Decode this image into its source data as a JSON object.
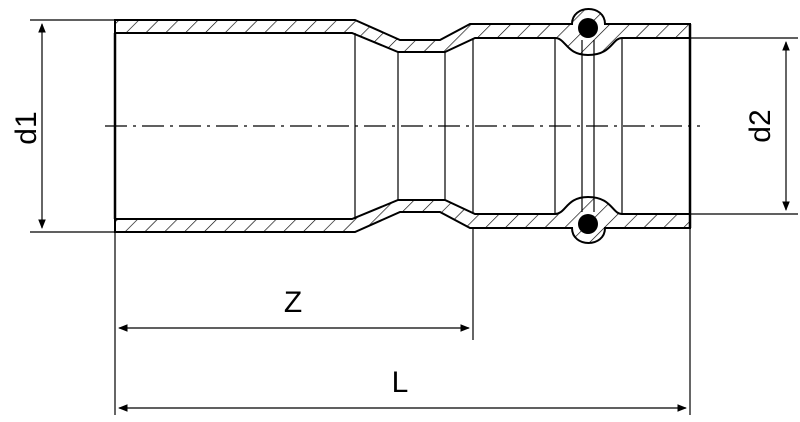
{
  "labels": {
    "d1": "d1",
    "d2": "d2",
    "z": "Z",
    "l": "L"
  },
  "colors": {
    "ink": "#000000",
    "background": "#ffffff"
  }
}
